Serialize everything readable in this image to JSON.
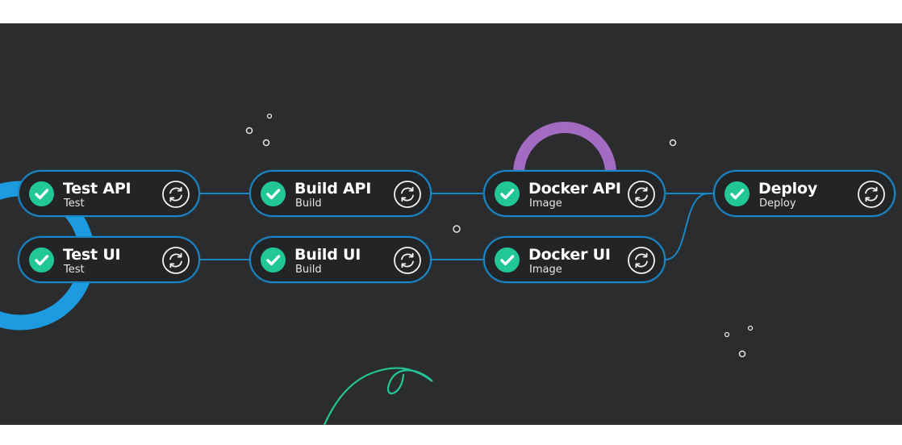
{
  "colors": {
    "background": "#2b2c2d",
    "connector": "#1a86c8",
    "success": "#22c796",
    "purple_arc": "#a36bc1",
    "blue_ring": "#1c9be0",
    "green_curl": "#23c794"
  },
  "pipeline": {
    "nodes": [
      {
        "id": "test-api",
        "title": "Test API",
        "subtitle": "Test",
        "status": "success",
        "status_icon": "check-circle-icon",
        "action_icon": "retry-icon"
      },
      {
        "id": "build-api",
        "title": "Build API",
        "subtitle": "Build",
        "status": "success",
        "status_icon": "check-circle-icon",
        "action_icon": "retry-icon"
      },
      {
        "id": "docker-api",
        "title": "Docker API",
        "subtitle": "Image",
        "status": "success",
        "status_icon": "check-circle-icon",
        "action_icon": "retry-icon"
      },
      {
        "id": "deploy",
        "title": "Deploy",
        "subtitle": "Deploy",
        "status": "success",
        "status_icon": "check-circle-icon",
        "action_icon": "retry-icon"
      },
      {
        "id": "test-ui",
        "title": "Test UI",
        "subtitle": "Test",
        "status": "success",
        "status_icon": "check-circle-icon",
        "action_icon": "retry-icon"
      },
      {
        "id": "build-ui",
        "title": "Build UI",
        "subtitle": "Build",
        "status": "success",
        "status_icon": "check-circle-icon",
        "action_icon": "retry-icon"
      },
      {
        "id": "docker-ui",
        "title": "Docker UI",
        "subtitle": "Image",
        "status": "success",
        "status_icon": "check-circle-icon",
        "action_icon": "retry-icon"
      }
    ],
    "edges": [
      [
        "test-api",
        "build-api"
      ],
      [
        "build-api",
        "docker-api"
      ],
      [
        "docker-api",
        "deploy"
      ],
      [
        "test-ui",
        "build-ui"
      ],
      [
        "build-ui",
        "docker-ui"
      ],
      [
        "docker-ui",
        "deploy"
      ]
    ]
  }
}
